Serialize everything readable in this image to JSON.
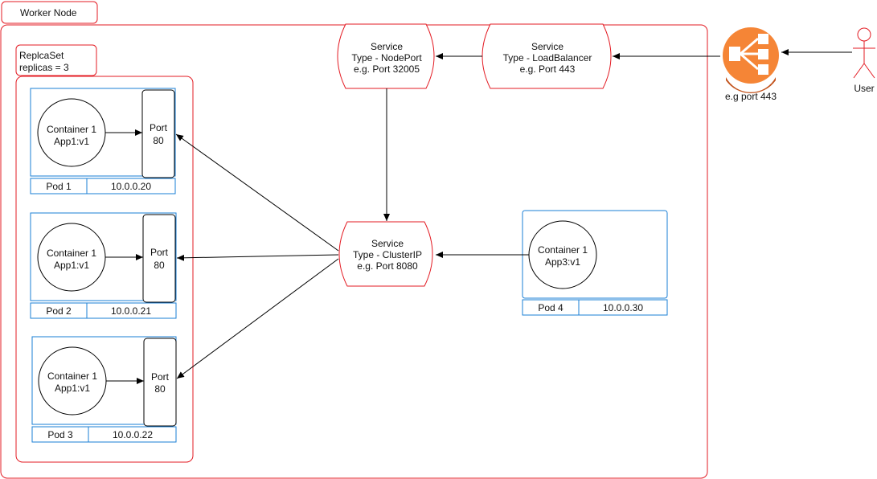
{
  "worker_node": {
    "label": "Worker Node"
  },
  "replicaset": {
    "line1": "ReplcaSet",
    "line2": "replicas = 3"
  },
  "pods": [
    {
      "container_line1": "Container 1",
      "container_line2": "App1:v1",
      "port_line1": "Port",
      "port_line2": "80",
      "name": "Pod 1",
      "ip": "10.0.0.20"
    },
    {
      "container_line1": "Container 1",
      "container_line2": "App1:v1",
      "port_line1": "Port",
      "port_line2": "80",
      "name": "Pod 2",
      "ip": "10.0.0.21"
    },
    {
      "container_line1": "Container 1",
      "container_line2": "App1:v1",
      "port_line1": "Port",
      "port_line2": "80",
      "name": "Pod 3",
      "ip": "10.0.0.22"
    }
  ],
  "pod4": {
    "container_line1": "Container 1",
    "container_line2": "App3:v1",
    "name": "Pod 4",
    "ip": "10.0.0.30"
  },
  "services": {
    "nodeport": {
      "line1": "Service",
      "line2": "Type - NodePort",
      "line3": "e.g. Port 32005"
    },
    "loadbalancer": {
      "line1": "Service",
      "line2": "Type - LoadBalancer",
      "line3": "e.g. Port 443"
    },
    "clusterip": {
      "line1": "Service",
      "line2": "Type - ClusterIP",
      "line3": "e.g. Port 8080"
    }
  },
  "load_balancer_icon": {
    "icon": "load-balancer-icon",
    "caption": "e.g port 443"
  },
  "user": {
    "icon": "stick-figure-icon",
    "label": "User"
  },
  "colors": {
    "red": "#e31b23",
    "blue": "#1a7fd6",
    "orange": "#f58536",
    "black": "#000000"
  }
}
